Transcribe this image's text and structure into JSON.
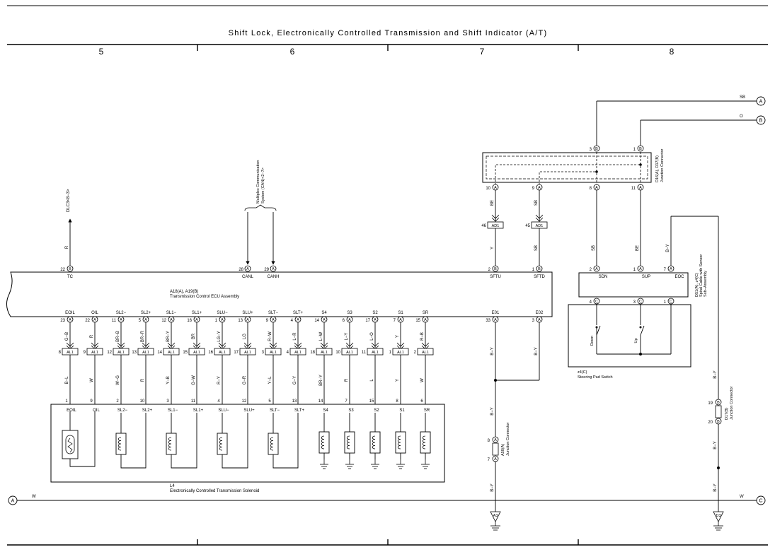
{
  "header": {
    "title": "Shift Lock,  Electronically Controlled Transmission and Shift Indicator (A/T)",
    "columns": [
      "5",
      "6",
      "7",
      "8"
    ]
  },
  "ecu": {
    "name": "A18(A), A19(B)",
    "desc": "Transmission Control ECU Assembly",
    "top_pins": [
      {
        "num": "22",
        "conn": "B",
        "label": "TC"
      },
      {
        "num": "28",
        "conn": "A",
        "label": "CANL"
      },
      {
        "num": "29",
        "conn": "A",
        "label": "CANH"
      },
      {
        "num": "2",
        "conn": "B",
        "label": "SFTU"
      },
      {
        "num": "1",
        "conn": "B",
        "label": "SFTD"
      }
    ],
    "bottom_pins": [
      {
        "num": "23",
        "conn": "A",
        "label": "EOIL"
      },
      {
        "num": "22",
        "conn": "A",
        "label": "OIL"
      },
      {
        "num": "11",
        "conn": "A",
        "label": "SL2−"
      },
      {
        "num": "5",
        "conn": "A",
        "label": "SL2+"
      },
      {
        "num": "12",
        "conn": "A",
        "label": "SL1−"
      },
      {
        "num": "16",
        "conn": "A",
        "label": "SL1+"
      },
      {
        "num": "1",
        "conn": "A",
        "label": "SLU−"
      },
      {
        "num": "13",
        "conn": "A",
        "label": "SLU+"
      },
      {
        "num": "9",
        "conn": "A",
        "label": "SLT−"
      },
      {
        "num": "4",
        "conn": "A",
        "label": "SLT+"
      },
      {
        "num": "14",
        "conn": "A",
        "label": "S4"
      },
      {
        "num": "6",
        "conn": "A",
        "label": "S3"
      },
      {
        "num": "17",
        "conn": "A",
        "label": "S2"
      },
      {
        "num": "7",
        "conn": "A",
        "label": "S1"
      },
      {
        "num": "15",
        "conn": "A",
        "label": "SR"
      },
      {
        "num": "33",
        "conn": "A",
        "label": "E01"
      },
      {
        "num": "3",
        "conn": "A",
        "label": "E02"
      }
    ]
  },
  "wires_upper": [
    "G−B",
    "R",
    "BR−B",
    "BR−R",
    "BR−Y",
    "BR",
    "LG−Y",
    "LG",
    "R−W",
    "L−R",
    "L−W",
    "L−Y",
    "L−O",
    "Y",
    "R−B"
  ],
  "al1": {
    "label": "AL1",
    "pins_left": [
      "8",
      "9",
      "12",
      "13",
      "14",
      "15",
      "16",
      "17",
      "3",
      "4",
      "18",
      "10",
      "11",
      "1",
      "2"
    ]
  },
  "wires_lower": [
    "B−L",
    "W",
    "W−G",
    "R",
    "Y−B",
    "G−W",
    "R−Y",
    "G−R",
    "Y−L",
    "G−Y",
    "BR−Y",
    "R",
    "L",
    "Y",
    "W"
  ],
  "solenoid": {
    "pins": [
      "1",
      "9",
      "2",
      "10",
      "3",
      "11",
      "4",
      "12",
      "5",
      "13",
      "14",
      "7",
      "15",
      "8",
      "6"
    ],
    "labels": [
      "EOIL",
      "OIL",
      "SL2−",
      "SL2+",
      "SL1−",
      "SL1+",
      "SLU−",
      "SLU+",
      "SLT−",
      "SLT+",
      "S4",
      "S3",
      "S2",
      "S1",
      "SR"
    ],
    "name": "L4",
    "desc": "Electronically Controlled Transmission Solenoid"
  },
  "dlc3": {
    "label": "DLC3<8−3>",
    "wire": "R"
  },
  "can": {
    "label1": "Multiplex Communication",
    "label2": "System (CAN)<2−7>"
  },
  "junction_d16": {
    "name": "D16(A), D17(B)",
    "desc": "Junction Connector",
    "top_pins": [
      {
        "num": "3",
        "conn": "B"
      },
      {
        "num": "1",
        "conn": "B"
      }
    ],
    "bottom_pins": [
      {
        "num": "10",
        "conn": "A"
      },
      {
        "num": "9",
        "conn": "A"
      },
      {
        "num": "8",
        "conn": "A"
      },
      {
        "num": "11",
        "conn": "A"
      }
    ]
  },
  "offpage": {
    "A_top": {
      "letter": "A",
      "wire": "SB"
    },
    "B_top": {
      "letter": "B",
      "wire": "O"
    },
    "A_left": {
      "letter": "A",
      "wire": "W"
    },
    "C_right": {
      "letter": "C",
      "wire": "W"
    }
  },
  "ad1": {
    "label": "AD1",
    "left": {
      "pin": "46",
      "wire_above": "BE",
      "wire_below": "Y"
    },
    "right": {
      "pin": "45",
      "wire_above": "SB",
      "wire_below": "SB"
    }
  },
  "spiral": {
    "name": "D51(A), z4(C)",
    "desc1": "Spiral Cable with Sensor",
    "desc2": "Sub−Assembly",
    "wires": [
      "SB",
      "BE",
      "B−Y"
    ],
    "top_pins": [
      {
        "num": "2",
        "conn": "A",
        "label": "SDN"
      },
      {
        "num": "1",
        "conn": "A",
        "label": "SUP"
      },
      {
        "num": "7",
        "conn": "A",
        "label": "EOC"
      }
    ],
    "bottom_pins": [
      {
        "num": "4",
        "conn": "C"
      },
      {
        "num": "3",
        "conn": "C"
      },
      {
        "num": "1",
        "conn": "C"
      }
    ]
  },
  "steering": {
    "name": "z4(C)",
    "desc": "Steering Pad Switch",
    "down": "Down",
    "up": "Up"
  },
  "a58": {
    "name": "A58(A)",
    "desc": "Junction Connector",
    "pin_top": "8",
    "pin_bottom": "7",
    "conn": "A"
  },
  "d17": {
    "name": "D17(B)",
    "desc": "Junction Connector",
    "pin_top": "19",
    "pin_bottom": "20",
    "conn": "B"
  },
  "ground": {
    "left": "A3",
    "right": "D3",
    "wire": "B−Y"
  }
}
